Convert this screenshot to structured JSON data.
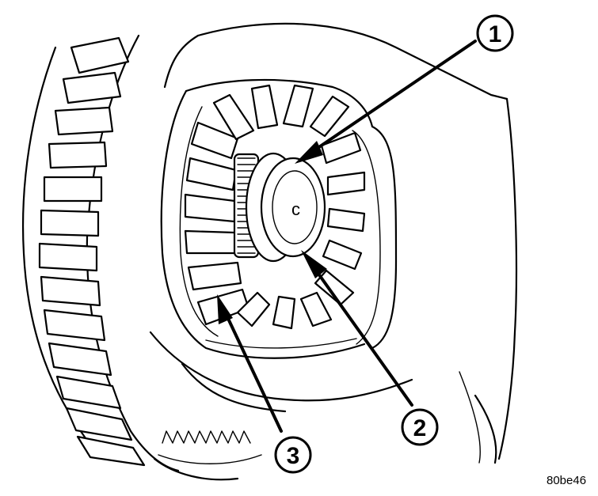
{
  "callouts": [
    {
      "id": "1",
      "label": "1"
    },
    {
      "id": "2",
      "label": "2"
    },
    {
      "id": "3",
      "label": "3"
    }
  ],
  "figure_id": "80be46",
  "colors": {
    "ink": "#000000",
    "paper": "#ffffff"
  }
}
